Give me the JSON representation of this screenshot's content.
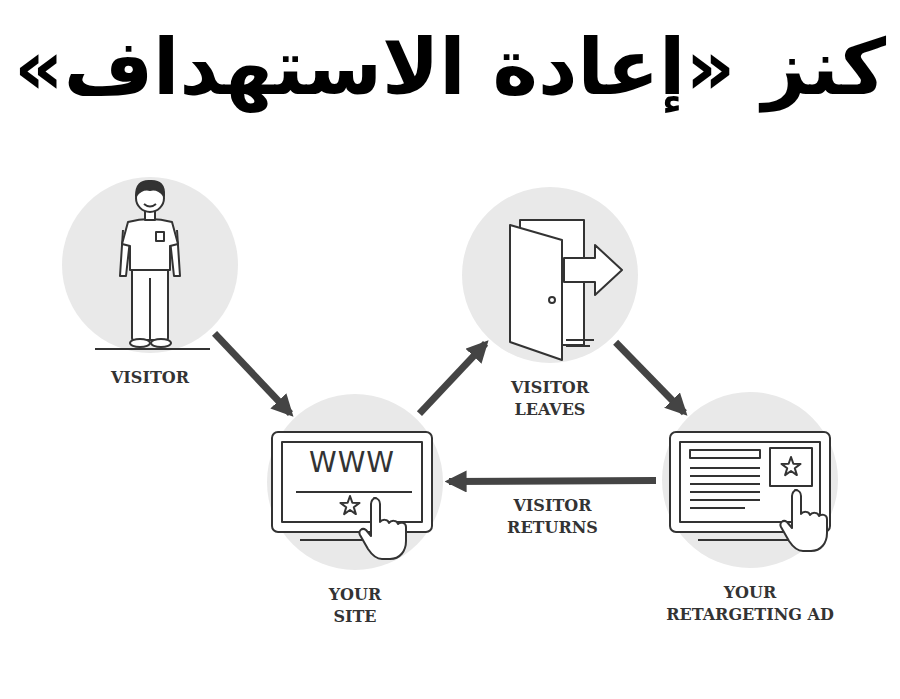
{
  "diagram": {
    "title": "كنز «إعادة الاستهداف»",
    "nodes": [
      {
        "text": [
          "VISITOR"
        ]
      },
      {
        "text": [
          "YOUR SITE"
        ]
      },
      {
        "text": [
          "VISITOR LEAVES"
        ]
      },
      {
        "text": [
          "YOUR RETARGETING AD"
        ]
      }
    ],
    "edges": [
      {
        "from": 0,
        "to": 1,
        "arrow": "to"
      },
      {
        "from": 1,
        "to": 2,
        "arrow": "to"
      },
      {
        "from": 2,
        "to": 3,
        "arrow": "to"
      },
      {
        "from": 3,
        "to": 1,
        "label": "VISITOR RETURNS",
        "arrow": "to"
      }
    ],
    "labels": [
      "WWW"
    ]
  }
}
